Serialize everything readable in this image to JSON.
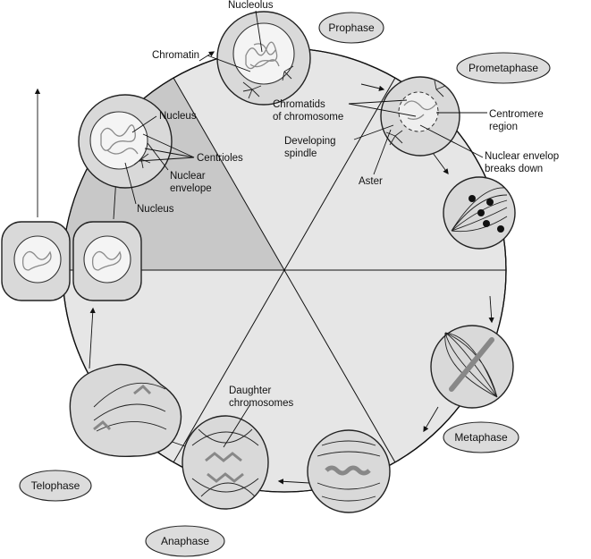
{
  "phases": {
    "prophase": "Prophase",
    "prometaphase": "Prometaphase",
    "metaphase": "Metaphase",
    "anaphase": "Anaphase",
    "telophase": "Telophase"
  },
  "labels": {
    "nucleolus": "Nucleolus",
    "chromatin": "Chromatin",
    "nucleus_top": "Nucleus",
    "centrioles": "Centrioles",
    "nuclear_envelope_1": "Nuclear",
    "nuclear_envelope_2": "envelope",
    "nucleus_bottom": "Nucleus",
    "chromatids_1": "Chromatids",
    "chromatids_2": "of chromosome",
    "centromere_1": "Centromere",
    "centromere_2": "region",
    "developing_1": "Developing",
    "developing_2": "spindle",
    "breakdown_1": "Nuclear envelop",
    "breakdown_2": "breaks down",
    "aster": "Aster",
    "daughter_1": "Daughter",
    "daughter_2": "chromosomes"
  },
  "colors": {
    "wheel_light": "#e6e6e6",
    "wheel_dark": "#c8c8c8",
    "cell_fill": "#d9d9d9",
    "chromosome": "#8a8a8a"
  }
}
